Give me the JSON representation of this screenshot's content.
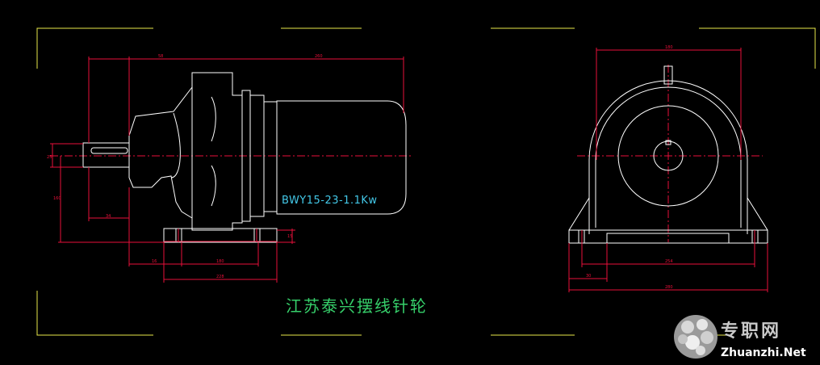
{
  "drawing": {
    "model_label": "BWY15-23-1.1Kw",
    "caption": "江苏泰兴摆线针轮",
    "front_dimensions": {
      "top_left": "58",
      "top_right": "260",
      "shaft_dia": "25",
      "left_height": "160",
      "shaft_length": "34",
      "foot_height": "15",
      "base_a": "16",
      "base_b": "180",
      "base_total": "228"
    },
    "side_dimensions": {
      "top_width": "180",
      "foot_span": "254",
      "foot_offset": "30",
      "total_width": "280"
    }
  },
  "watermark": {
    "chinese": "专职网",
    "english": "Zhuanzhi.Net"
  },
  "colors": {
    "background": "#000000",
    "outline": "#ffffff",
    "frame": "#e8e84a",
    "dimension": "#e8103a",
    "model_text": "#43c8e8",
    "caption_text": "#36cf6a"
  }
}
